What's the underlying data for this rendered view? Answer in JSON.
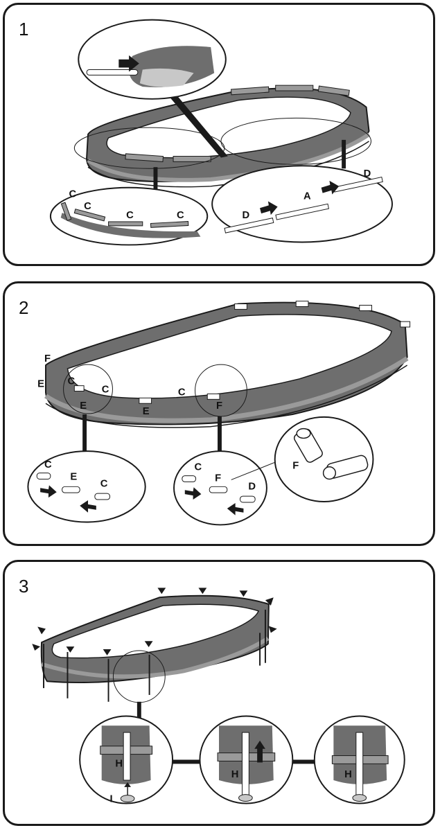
{
  "steps": [
    {
      "number": "1",
      "labels": {
        "c1": "C",
        "c2": "C",
        "c3": "C",
        "c4": "C",
        "d1": "D",
        "a": "A",
        "d2": "D"
      }
    },
    {
      "number": "2",
      "labels": {
        "f_top": "F",
        "e_left": "E",
        "c_a": "C",
        "c_b": "C",
        "e_mid1": "E",
        "e_mid2": "E",
        "c_mid": "C",
        "f_mid": "F",
        "c_detail1a": "C",
        "e_detail1": "E",
        "c_detail1b": "C",
        "c_detail2": "C",
        "f_detail2": "F",
        "d_detail2": "D",
        "f_detail3": "F"
      }
    },
    {
      "number": "3",
      "labels": {
        "h1": "H",
        "i1": "I",
        "h2": "H",
        "h3": "H"
      }
    }
  ],
  "colors": {
    "wall": "#6e6e6e",
    "wall_dark": "#4a4a4a",
    "rail": "#9a9a9a",
    "outline": "#1a1a1a",
    "light": "#c8c8c8"
  }
}
